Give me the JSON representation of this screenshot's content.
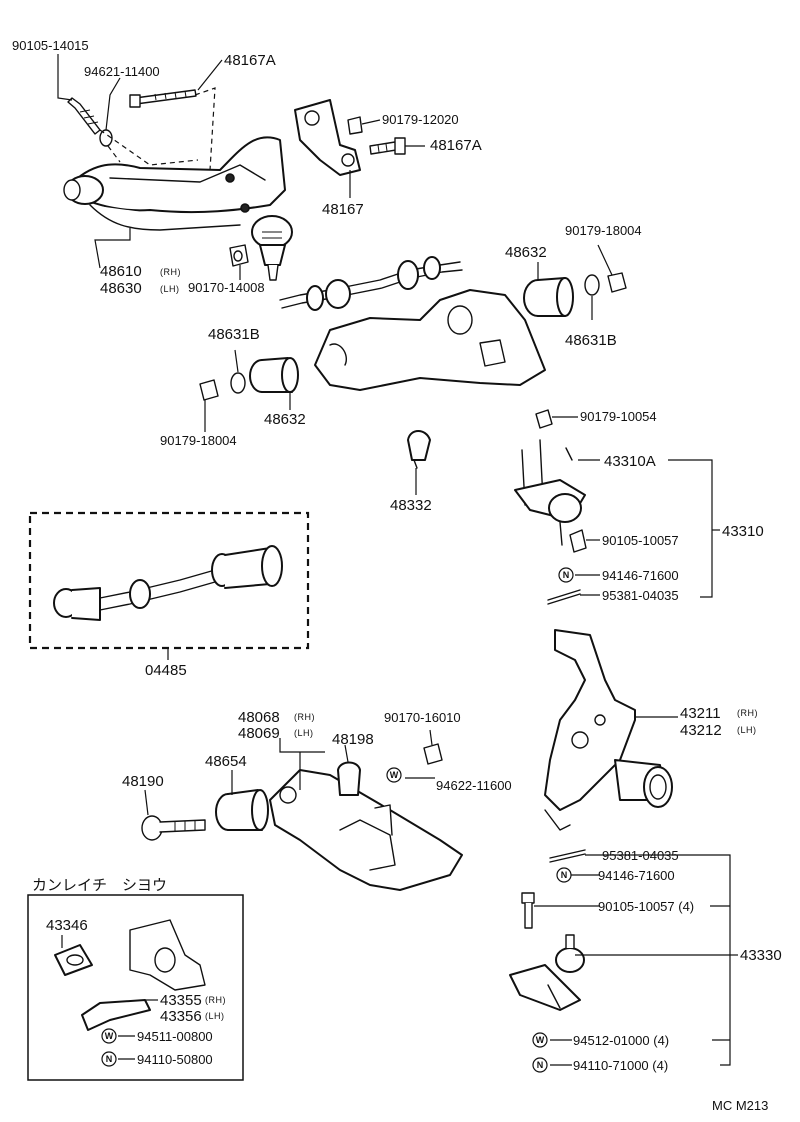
{
  "labels": {
    "l01": "90105-14015",
    "l02": "94621-11400",
    "l03": "48167A",
    "l04": "90179-12020",
    "l05": "48167A",
    "l06": "48167",
    "l07": "48610",
    "l07s": "(RH)",
    "l08": "48630",
    "l08s": "(LH)",
    "l09": "90170-14008",
    "l10": "48632",
    "l11": "90179-18004",
    "l12": "48631B",
    "l13": "48631B",
    "l14": "48632",
    "l15": "90179-18004",
    "l16": "90179-10054",
    "l17": "48332",
    "l18": "43310A",
    "l19": "43310",
    "l20": "90105-10057",
    "l21": "94146-71600",
    "l22": "95381-04035",
    "l23": "04485",
    "l24": "43211",
    "l24s": "(RH)",
    "l25": "43212",
    "l25s": "(LH)",
    "l26": "48068",
    "l26s": "(RH)",
    "l27": "48069",
    "l27s": "(LH)",
    "l28": "48198",
    "l29": "90170-16010",
    "l30": "94622-11600",
    "l31": "48190",
    "l32": "48654",
    "l33": "95381-04035",
    "l34": "94146-71600",
    "l35": "90105-10057 (4)",
    "l36": "43330",
    "l37": "94512-01000 (4)",
    "l38": "94110-71000 (4)",
    "l39": "カンレイチ　シヨウ",
    "l40": "43346",
    "l41": "43355",
    "l41s": "(RH)",
    "l42": "43356",
    "l42s": "(LH)",
    "l43": "94511-00800",
    "l44": "94110-50800",
    "l45": "MC  M213"
  },
  "symbols": {
    "n": "N",
    "w": "W"
  }
}
